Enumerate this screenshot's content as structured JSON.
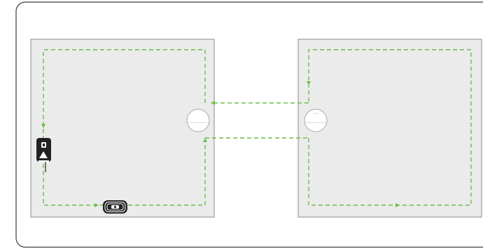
{
  "diagram": {
    "zones": [
      {
        "id": "zone-1"
      },
      {
        "id": "zone-2"
      }
    ],
    "colors": {
      "frame": "#3a3a3a",
      "zone_fill": "#ebebec",
      "zone_border": "#8c8c8c",
      "path": "#6cc04a",
      "device_dark": "#222222",
      "passage_fill": "#ffffff",
      "passage_stroke": "#a8a8a8"
    },
    "icons": {
      "charging_station": "charging-station-icon",
      "robot_mower": "robot-mower-icon",
      "passage": "passage-marker-icon",
      "path": "dashed-path"
    }
  }
}
